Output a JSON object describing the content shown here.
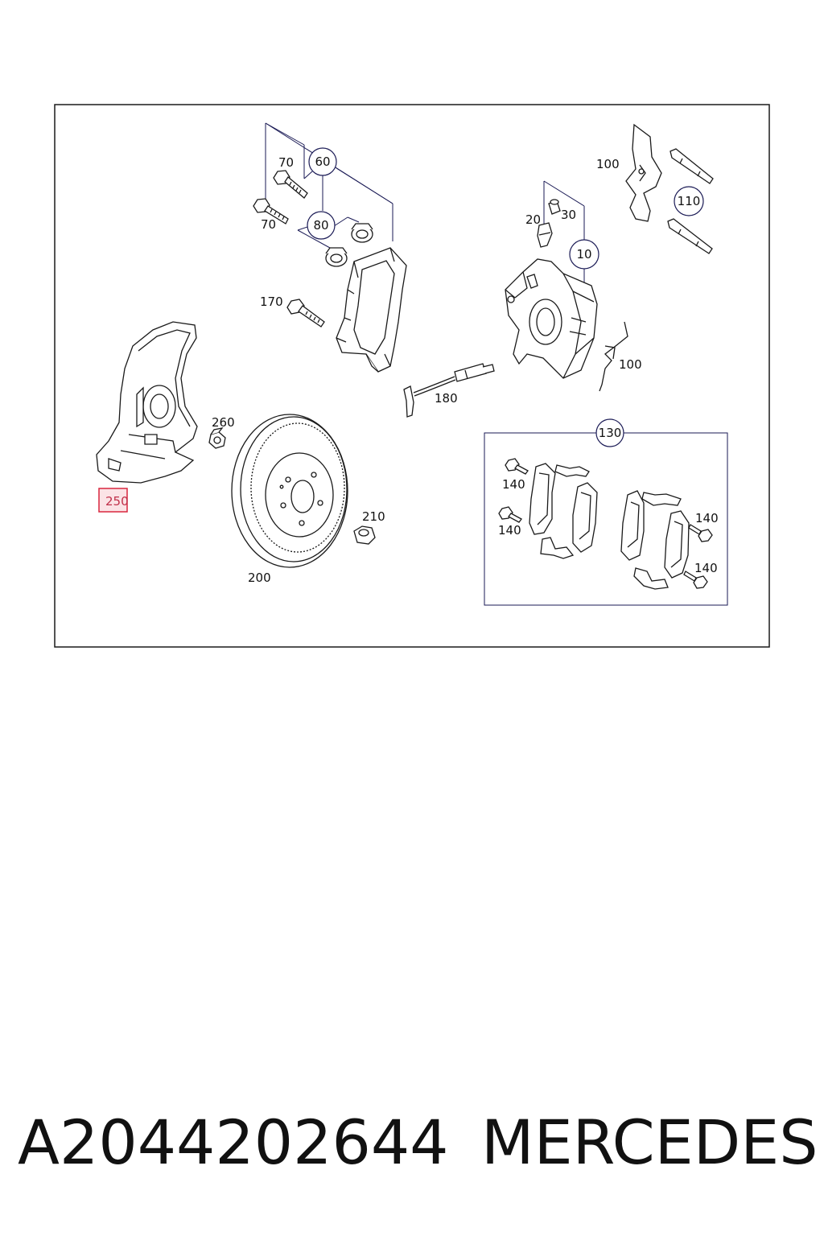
{
  "diagram": {
    "labels": {
      "l70a": "70",
      "l70b": "70",
      "l60": "60",
      "l80": "80",
      "l170": "170",
      "l100a": "100",
      "l110": "110",
      "l20": "20",
      "l30": "30",
      "l10": "10",
      "l100b": "100",
      "l180": "180",
      "l260": "260",
      "l250": "250",
      "l200": "200",
      "l210": "210",
      "l130": "130",
      "l140a": "140",
      "l140b": "140",
      "l140c": "140",
      "l140d": "140"
    },
    "highlight_color": "#d9263f",
    "line_color": "#1a1a55"
  },
  "footer": {
    "part_number": "A2044202644",
    "brand": "MERCEDES"
  }
}
